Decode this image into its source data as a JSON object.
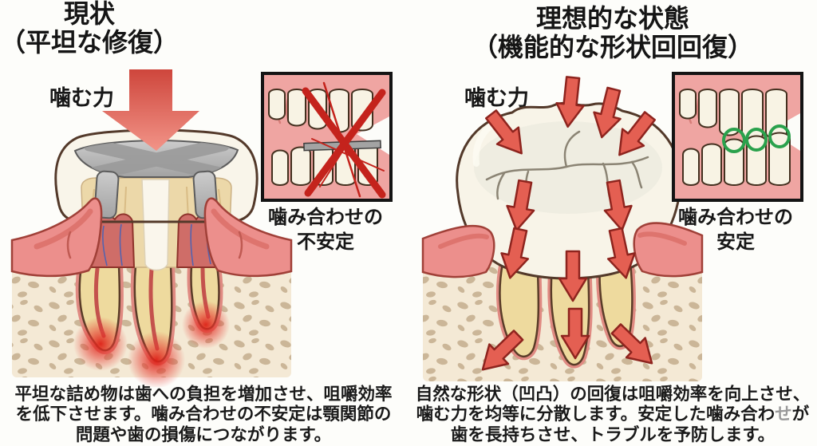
{
  "left_panel": {
    "title": "現状\n（平坦な修復）",
    "force_label": "噛む力",
    "inset_caption": "噛み合わせの\n不安定",
    "description": "平坦な詰め物は歯への負担を増加させ、咀嚼効率\nを低下させます。噛み合わせの不安定は顎関節の\n問題や歯の損傷につながります。"
  },
  "right_panel": {
    "title": "理想的な状態\n（機能的な形状回回復）",
    "force_label": "噛む力",
    "inset_caption": "噛み合わせの\n安定",
    "description_part1": "自然な形状（凹凸）の回復は咀嚼効率を向上させ、\n噛む力を均等に分散します。安定した噛み合わ",
    "description_gray_char": "せ",
    "description_part2": "が\n歯を長持ちさせ、トラブルを予防します。"
  },
  "icons": {
    "bite_force_arrow": "red-down-arrow",
    "unstable_mark": "red-x-cross",
    "stable_mark": "green-contact-circles"
  },
  "colors": {
    "force_arrow_red": "#e2574b",
    "gum_pink": "#ec8f8c",
    "bone_beige": "#f4e9d5",
    "enamel_white": "#f9f5ea",
    "dentin_tan": "#ecd8a9",
    "filling_gray": "#aeaeae",
    "stable_green": "#2aa14c",
    "unstable_x_red": "#c4231c",
    "gray_character_color": "#9a9a9a"
  }
}
